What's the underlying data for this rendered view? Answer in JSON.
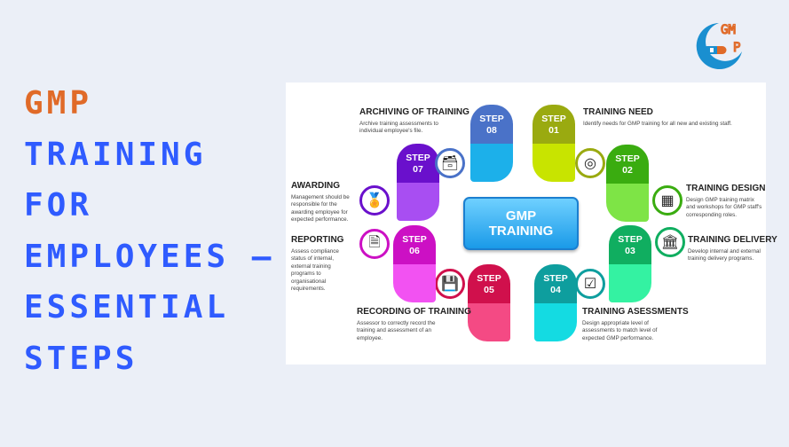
{
  "title": {
    "line1": "GMP",
    "line2": "TRAINING",
    "line3": "FOR",
    "line4": "EMPLOYEES –",
    "line5": "ESSENTIAL",
    "line6": "STEPS"
  },
  "logo": {
    "text": "GMP",
    "colors": {
      "ring": "#1a8fd0",
      "text": "#e06a28"
    }
  },
  "center": {
    "line1": "GMP",
    "line2": "TRAINING"
  },
  "steps": [
    {
      "label": "STEP",
      "num": "01",
      "title": "TRAINING NEED",
      "desc": "Identify needs for GMP training for all new and existing staff.",
      "icon": "target-icon",
      "dark": "#9aaa10",
      "light": "#c8e400"
    },
    {
      "label": "STEP",
      "num": "02",
      "title": "TRAINING DESIGN",
      "desc": "Design GMP training matrix and workshops for GMP staff's corresponding roles.",
      "icon": "presentation-board-icon",
      "dark": "#3aac10",
      "light": "#7ee446"
    },
    {
      "label": "STEP",
      "num": "03",
      "title": "TRAINING DELIVERY",
      "desc": "Develop internal and external training delivery programs.",
      "icon": "institution-icon",
      "dark": "#10ae60",
      "light": "#34f2a2"
    },
    {
      "label": "STEP",
      "num": "04",
      "title": "TRAINING ASESSMENTS",
      "desc": "Design appropriate level of assessments to match level of expected GMP performance.",
      "icon": "checklist-icon",
      "dark": "#0e9e9e",
      "light": "#14dbe2"
    },
    {
      "label": "STEP",
      "num": "05",
      "title": "RECORDING OF TRAINING",
      "desc": "Assessor to correctly record the training and assessment of an employee.",
      "icon": "floppy-disk-icon",
      "dark": "#d0104c",
      "light": "#f44a84"
    },
    {
      "label": "STEP",
      "num": "06",
      "title": "REPORTING",
      "desc": "Assess compliance status of internal, external training programs to organisational requirements.",
      "icon": "document-icon",
      "dark": "#cc10c4",
      "light": "#f252f2"
    },
    {
      "label": "STEP",
      "num": "07",
      "title": "AWARDING",
      "desc": "Management should be responsible for the awarding employee for expected performance.",
      "icon": "medal-icon",
      "dark": "#6a10cc",
      "light": "#a84ef2"
    },
    {
      "label": "STEP",
      "num": "08",
      "title": "ARCHIVING OF TRAINING",
      "desc": "Archive training assessments to individual employee's file.",
      "icon": "archive-box-icon",
      "dark": "#4a72c8",
      "light": "#1cb0ea"
    }
  ]
}
